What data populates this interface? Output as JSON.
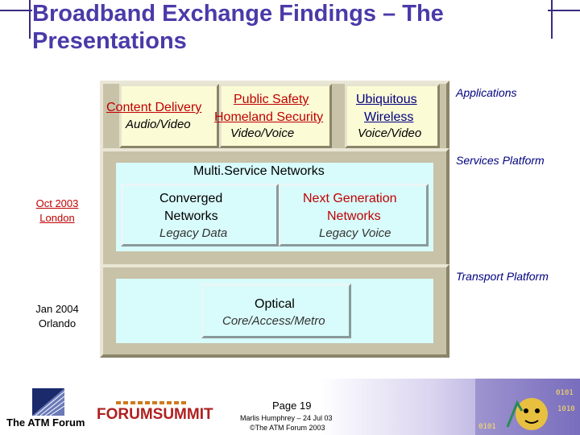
{
  "slide": {
    "title_line1": "Broadband Exchange Findings – The",
    "title_line2": "Presentations"
  },
  "apps": {
    "content_delivery": "Content Delivery",
    "audio_video": "Audio/Video",
    "public_safety": "Public Safety",
    "homeland_security": "Homeland Security",
    "video_voice": "Video/Voice",
    "ubiquitous": "Ubiquitous",
    "wireless": "Wireless",
    "voice_video": "Voice/Video"
  },
  "services": {
    "multiservice": "Multi.Service Networks",
    "converged_1": "Converged",
    "converged_2": "Networks",
    "legacy_data": "Legacy Data",
    "nextgen_1": "Next Generation",
    "nextgen_2": "Networks",
    "legacy_voice": "Legacy Voice"
  },
  "transport": {
    "optical": "Optical",
    "core": "Core/Access/Metro"
  },
  "layers": {
    "applications": "Applications",
    "services_platform": "Services Platform",
    "transport_platform": "Transport Platform"
  },
  "events": {
    "oct_date": "Oct 2003",
    "oct_city": "London",
    "jan_date": "Jan 2004",
    "jan_city": "Orlando"
  },
  "footer": {
    "page": "Page 19",
    "author": "Marlis Humphrey – 24 Jul 03",
    "copyright": "©The ATM Forum 2003",
    "atm_logo_text": "The ATM Forum",
    "summit_logo_text": "FORUMSUMMIT"
  }
}
